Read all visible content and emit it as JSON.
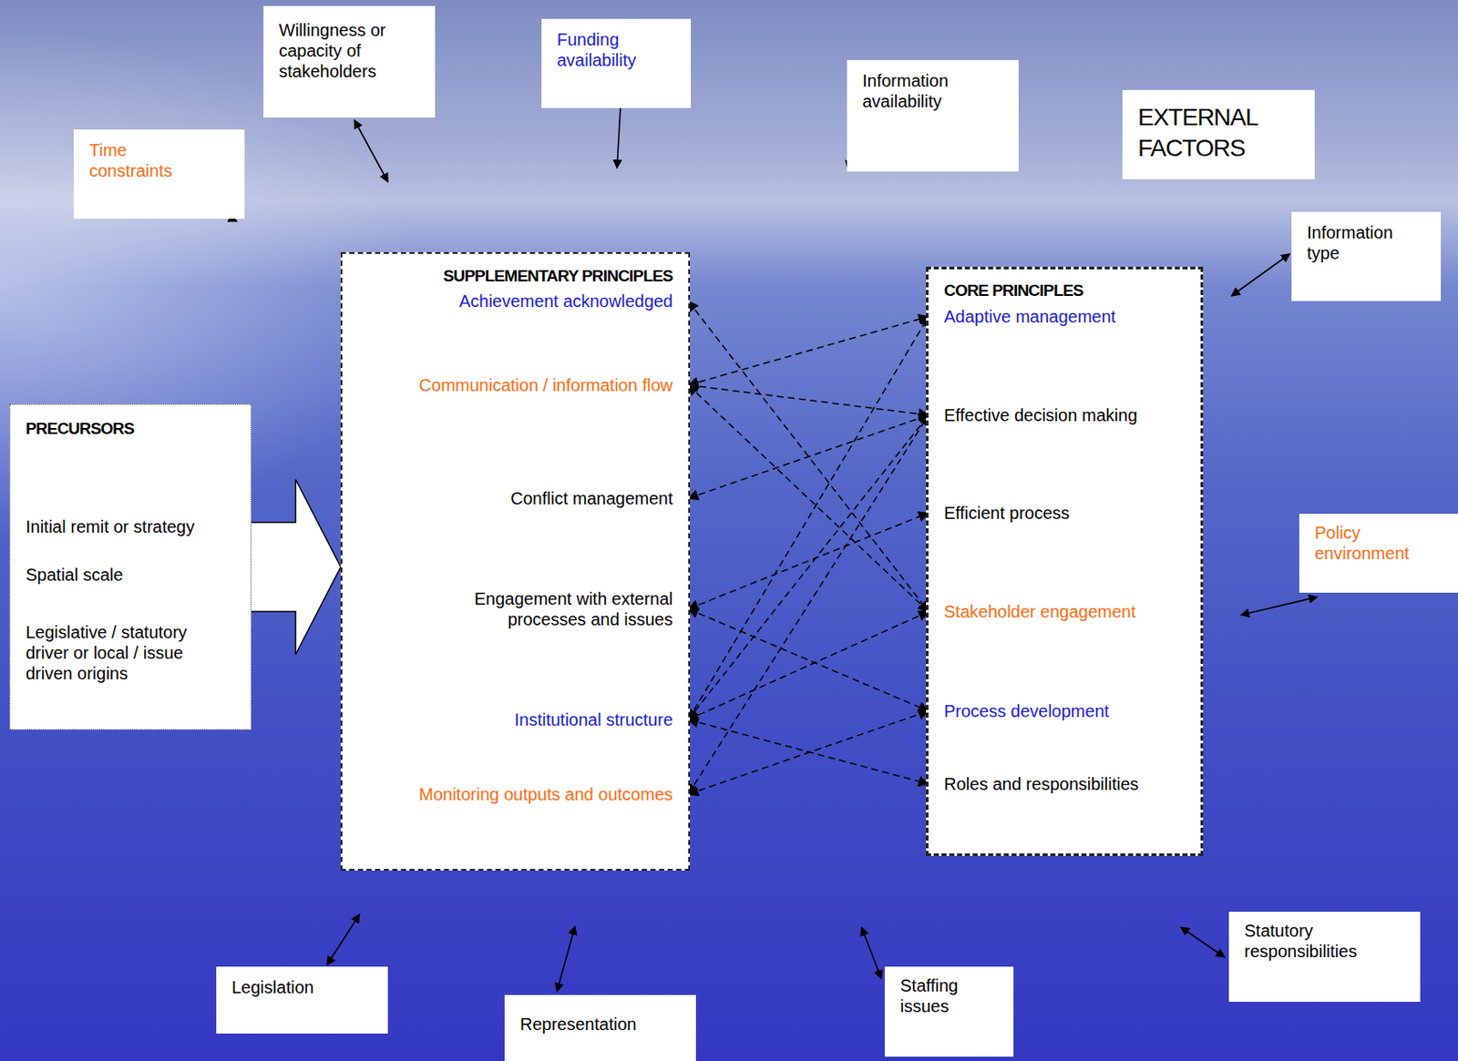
{
  "diagram": {
    "nodes": [
      {
        "text": [
          "Willingness or capacity of stakeholders"
        ]
      },
      {
        "text": [
          "Funding availability"
        ]
      },
      {
        "text": [
          "Information availability"
        ]
      },
      {
        "text": [
          "EXTERNAL FACTORS"
        ]
      },
      {
        "text": [
          "Time constraints"
        ]
      },
      {
        "text": [
          "Information type"
        ]
      },
      {
        "text": [
          "SUPPLEMENTARY PRINCIPLES"
        ]
      },
      {
        "text": [
          "Achievement acknowledged"
        ],
        "in": 6
      },
      {
        "text": [
          "Communication / information flow"
        ],
        "in": 6
      },
      {
        "text": [
          "Conflict management"
        ],
        "in": 6
      },
      {
        "text": [
          "Engagement with external processes and issues"
        ],
        "in": 6
      },
      {
        "text": [
          "Institutional structure"
        ],
        "in": 6
      },
      {
        "text": [
          "Monitoring outputs and outcomes"
        ],
        "in": 6
      },
      {
        "text": [
          "CORE PRINCIPLES"
        ]
      },
      {
        "text": [
          "Adaptive management"
        ],
        "in": 13
      },
      {
        "text": [
          "Effective decision making"
        ],
        "in": 13
      },
      {
        "text": [
          "Efficient process"
        ],
        "in": 13
      },
      {
        "text": [
          "Stakeholder engagement"
        ],
        "in": 13
      },
      {
        "text": [
          "Process development"
        ],
        "in": 13
      },
      {
        "text": [
          "Roles and responsibilities"
        ],
        "in": 13
      },
      {
        "text": [
          "PRECURSORS",
          "Initial remit or strategy",
          "Spatial scale",
          "Legislative / statutory driver or local / issue driven origins"
        ]
      },
      {
        "text": [
          "Policy environment"
        ]
      },
      {
        "text": [
          "Statutory responsibilities"
        ]
      },
      {
        "text": [
          "Legislation"
        ]
      },
      {
        "text": [
          "Representation"
        ]
      },
      {
        "text": [
          "Staffing issues"
        ]
      }
    ],
    "edges": [
      {
        "from": 20,
        "to": 6,
        "arrow": "to"
      },
      {
        "from": 7,
        "to": 17,
        "arrow": "both"
      },
      {
        "from": 8,
        "to": 14,
        "arrow": "both"
      },
      {
        "from": 8,
        "to": 15,
        "arrow": "both"
      },
      {
        "from": 8,
        "to": 17,
        "arrow": "both"
      },
      {
        "from": 9,
        "to": 15,
        "arrow": "both"
      },
      {
        "from": 10,
        "to": 16,
        "arrow": "both"
      },
      {
        "from": 10,
        "to": 18,
        "arrow": "both"
      },
      {
        "from": 11,
        "to": 14,
        "arrow": "both"
      },
      {
        "from": 11,
        "to": 15,
        "arrow": "both"
      },
      {
        "from": 11,
        "to": 17,
        "arrow": "both"
      },
      {
        "from": 11,
        "to": 19,
        "arrow": "both"
      },
      {
        "from": 12,
        "to": 15,
        "arrow": "both"
      },
      {
        "from": 12,
        "to": 18,
        "arrow": "both"
      }
    ]
  }
}
